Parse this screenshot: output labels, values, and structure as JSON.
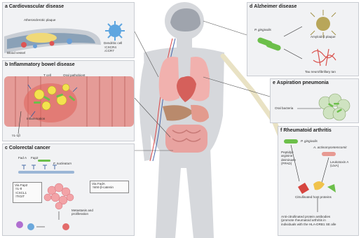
{
  "panels": {
    "a": {
      "letter": "a",
      "title": "Cardiovascular disease",
      "labels": {
        "plaque": "Atherosclerotic plaque",
        "vessel": "Blood vessel",
        "dendritic": "Dendritic cell",
        "markers": "↑CXCR4\n↓CCR7"
      }
    },
    "b": {
      "letter": "b",
      "title": "Inflammatory bowel disease",
      "labels": {
        "tcell": "T cell",
        "pathobiont": "Oral pathobiont",
        "inflammation": "Inflammation",
        "il1b": "↑IL-1β"
      }
    },
    "c": {
      "letter": "c",
      "title": "Colorectal cancer",
      "labels": {
        "fap2_1": "Fad A",
        "fap2_2": "Fap2",
        "fnuc": "F. nucleatum",
        "viafap2_title": "Via Fap2",
        "viafap2_body": "↑IL-8\n↑CXCL1\n↑TIGIT",
        "viafada_title": "Via FadA",
        "viafada_body": "↑Wnt-β-catenin",
        "metastasis": "Metastasis and\nproliferation"
      }
    },
    "d": {
      "letter": "d",
      "title": "Alzheimer disease",
      "labels": {
        "pg": "P. gingivalis",
        "amyloid": "Amyloid-β plaque",
        "tau": "Tau neurofibrillary tan"
      }
    },
    "e": {
      "letter": "e",
      "title": "Aspiration pneumonia",
      "labels": {
        "oralbact": "Oral bacteria"
      }
    },
    "f": {
      "letter": "f",
      "title": "Rheumatoid arthritis",
      "labels": {
        "pg": "P. gingivalis",
        "aa": "A. actinomycetemcomit",
        "ppad": "Peptidyl-\narginine\ndeiminase\n(PPAD)",
        "ltxa": "Leukotoxin A\n(LtxA)",
        "citr": "Citrullinated host proteins",
        "acpa": "Anti-citrullinated protein antibodies\n(promote rheumatoid arthritis in\nindividuals with the HLA-DRB1 SE alle"
      }
    }
  },
  "colors": {
    "panel_bg": "#f1f2f4",
    "panel_border": "#c9ccd2",
    "body_silhouette": "#d6d8dc",
    "organ_red": "#e48a8a",
    "bacteria_green": "#6cbf4a",
    "tissue_pink": "#e8a3a0"
  }
}
